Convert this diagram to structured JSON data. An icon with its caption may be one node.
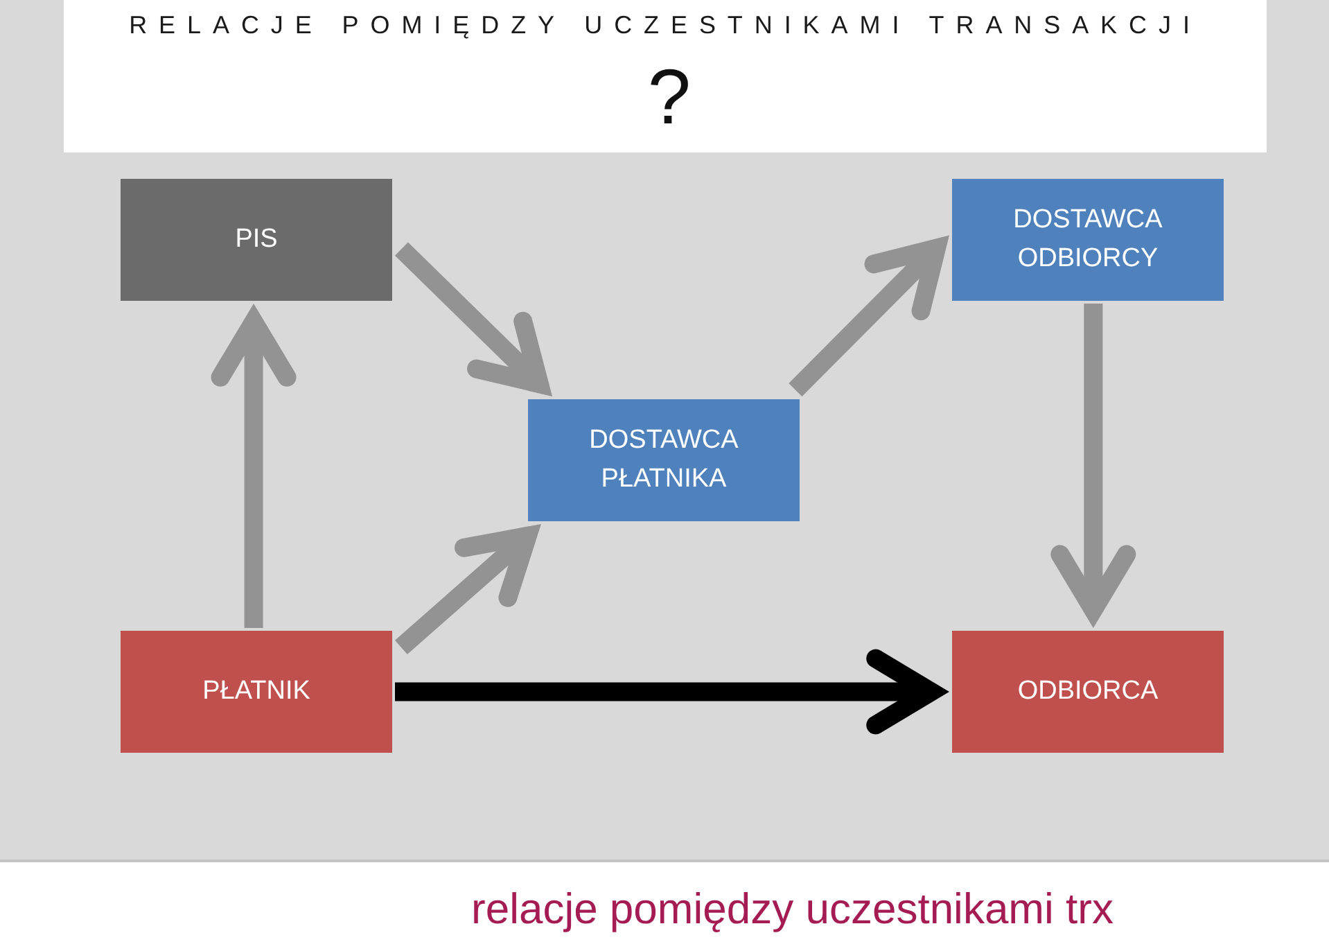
{
  "diagram": {
    "title": "RELACJE POMIĘDZY UCZESTNIKAMI TRANSAKCJI",
    "nodes": [
      {
        "text": [
          "PIS"
        ]
      },
      {
        "text": [
          "DOSTAWCA ODBIORCY"
        ]
      },
      {
        "text": [
          "DOSTAWCA PŁATNIKA"
        ]
      },
      {
        "text": [
          "PŁATNIK"
        ]
      },
      {
        "text": [
          "ODBIORCA"
        ]
      }
    ],
    "edges": [
      {
        "from": 3,
        "to": 0,
        "arrow": "to"
      },
      {
        "from": 0,
        "to": 2,
        "arrow": "to"
      },
      {
        "from": 3,
        "to": 2,
        "arrow": "to"
      },
      {
        "from": 2,
        "to": 1,
        "arrow": "to"
      },
      {
        "from": 1,
        "to": 4,
        "arrow": "to"
      },
      {
        "from": 3,
        "to": 4,
        "arrow": "to",
        "color": "#000000"
      }
    ],
    "labels": [
      "?",
      "relacje pomiędzy uczestnikami trx"
    ]
  }
}
